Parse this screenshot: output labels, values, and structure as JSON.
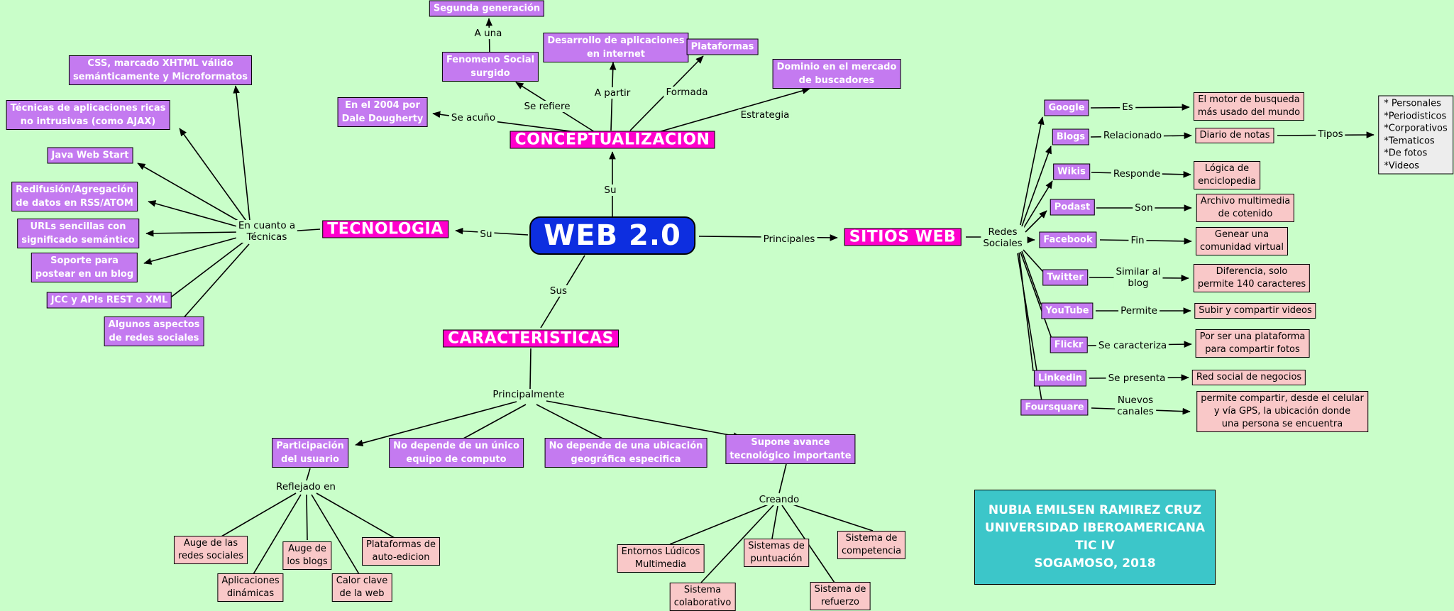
{
  "palette": {
    "background": "#c9fec9",
    "node_purple": "#c47af0",
    "header_magenta": "#ff00cc",
    "root_blue": "#0d2ee0",
    "leaf_pink": "#f9c8c8",
    "credits_teal": "#3cc6c9",
    "list_gray": "#ededed",
    "line": "#000000"
  },
  "nodes": {
    "web20": "WEB 2.0",
    "conceptualizacion": "CONCEPTUALIZACION",
    "tecnologia": "TECNOLOGIA",
    "caracteristicas": "CARACTERISTICAS",
    "sitios_web": "SITIOS WEB",
    "segunda_generacion": "Segunda generación",
    "fenomeno_social": "Fenomeno Social\nsurgido",
    "desarrollo_aplicaciones": "Desarrollo de aplicaciones\nen internet",
    "plataformas": "Plataformas",
    "dominio_buscadores": "Dominio en el mercado\nde buscadores",
    "en_el_2004": "En el 2004 por\nDale Dougherty",
    "css_xhtml": "CSS, marcado XHTML válido\nsemánticamente y Microformatos",
    "tecnicas_ajax": "Técnicas de aplicaciones ricas\nno intrusivas (como AJAX)",
    "java_web_start": "Java Web Start",
    "redifusion_rss": "Redifusión/Agregación\nde datos en RSS/ATOM",
    "urls_semantico": "URLs sencillas con\nsignificado semántico",
    "soporte_blog": "Soporte para\npostear en un blog",
    "jcc_apis": "JCC y APIs REST o XML",
    "algunos_redes": "Algunos aspectos\nde redes sociales",
    "participacion_usuario": "Participación\ndel usuario",
    "no_depende_equipo": "No depende de un único\nequipo de computo",
    "no_depende_ubicacion": "No depende de una ubicación\ngeográfica especifica",
    "supone_avance": "Supone avance\ntecnológico importante",
    "auge_redes": "Auge de las\nredes sociales",
    "auge_blogs": "Auge de\nlos blogs",
    "plataformas_autoedicion": "Plataformas de\nauto-edicion",
    "aplicaciones_dinamicas": "Aplicaciones\ndinámicas",
    "calor_clave": "Calor clave\nde la web",
    "entornos_ludicos": "Entornos Lúdicos\nMultimedia",
    "sistemas_puntuacion": "Sistemas de\npuntuación",
    "sistema_competencia": "Sistema de\ncompetencia",
    "sistema_colaborativo": "Sistema\ncolaborativo",
    "sistema_refuerzo": "Sistema de\nrefuerzo",
    "google": "Google",
    "blogs": "Blogs",
    "wikis": "Wikis",
    "podast": "Podast",
    "facebook": "Facebook",
    "twitter": "Twitter",
    "youtube": "YouTube",
    "flickr": "Flickr",
    "linkedin": "Linkedin",
    "foursquare": "Foursquare",
    "motor_busqueda": "El motor de busqueda\nmás usado del mundo",
    "diario_notas": "Diario de notas",
    "logica_enciclopedia": "Lógica de\nenciclopedia",
    "archivo_multimedia": "Archivo multimedia\nde cotenido",
    "genear_comunidad": "Genear una\ncomunidad virtual",
    "diferencia_140": "Diferencia, solo\npermite 140 caracteres",
    "subir_videos": "Subir y compartir videos",
    "plataforma_fotos": "Por ser una plataforma\npara compartir fotos",
    "red_social_negocios": "Red social de negocios",
    "permite_compartir_gps": "permite compartir, desde el celular\ny vía GPS, la ubicación donde\nuna persona se encuentra",
    "tipos_lista": "* Personales\n*Periodisticos\n*Corporativos\n*Tematicos\n*De fotos\n*Videos",
    "credits": "NUBIA EMILSEN RAMIREZ CRUZ\nUNIVERSIDAD IBEROAMERICANA\nTIC IV\nSOGAMOSO, 2018"
  },
  "edge_labels": {
    "su_top": "Su",
    "su_left": "Su",
    "sus": "Sus",
    "principales": "Principales",
    "a_una": "A una",
    "se_refiere": "Se refiere",
    "a_partir": "A partir",
    "formada": "Formada",
    "estrategia": "Estrategia",
    "se_acuno": "Se acuño",
    "en_cuanto_tecnicas": "En cuanto a\nTécnicas",
    "principalmente": "Principalmente",
    "reflejado_en": "Reflejado en",
    "creando": "Creando",
    "redes_sociales": "Redes\nSociales",
    "es": "Es",
    "relacionado": "Relacionado",
    "tipos": "Tipos",
    "responde": "Responde",
    "son": "Son",
    "fin": "Fin",
    "similar_al_blog": "Similar al\nblog",
    "permite": "Permite",
    "se_caracteriza": "Se caracteriza",
    "se_presenta": "Se presenta",
    "nuevos_canales": "Nuevos\ncanales"
  }
}
